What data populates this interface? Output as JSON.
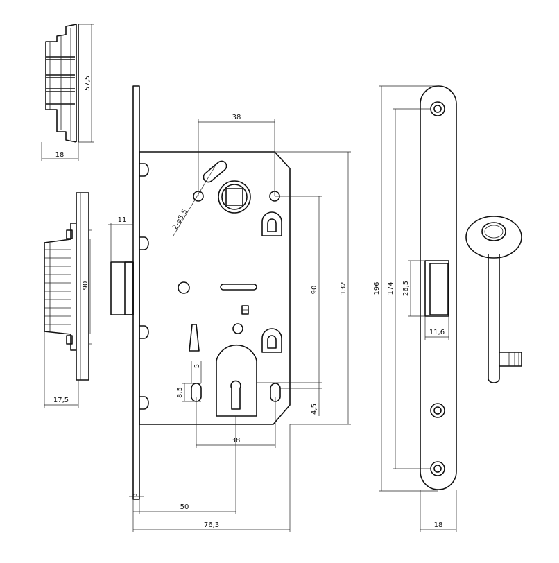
{
  "dimensions": {
    "top_view_height": "57,5",
    "top_view_width": "18",
    "side_view_height": "90",
    "side_view_depth": "17,5",
    "bolt_offset": "11",
    "spindle_to_hole": "38",
    "bottom_holes_spacing": "38",
    "mount_hole_diameter": "2-ø5,5",
    "spindle_to_keyhole": "90",
    "case_height": "132",
    "keyhole_offset": "4,5",
    "small_hole_height": "8,5",
    "small_hole_width": "5",
    "backset": "50",
    "total_depth": "76,3",
    "plate_thickness": "3",
    "faceplate_length": "196",
    "faceplate_holes_spacing": "174",
    "latch_opening_height": "26,5",
    "latch_opening_width": "11,6",
    "faceplate_width": "18"
  }
}
